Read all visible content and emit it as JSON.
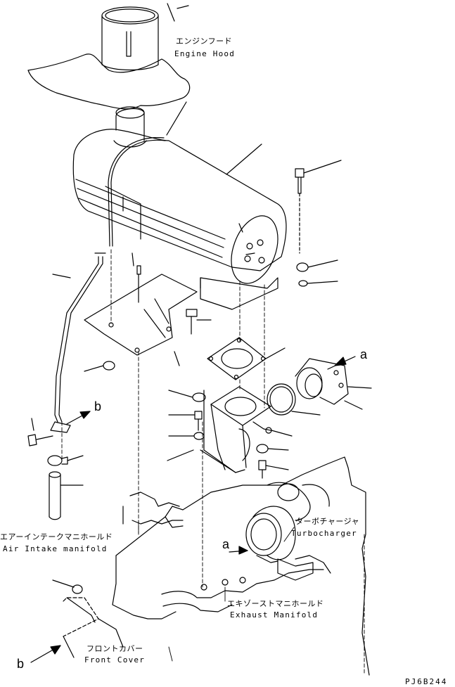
{
  "labels": {
    "engine_hood_jp": "エンジンフード",
    "engine_hood_en": "Engine Hood",
    "air_intake_jp": "エアーインテークマニホールド",
    "air_intake_en": "Air Intake manifold",
    "turbocharger_jp": "ターボチャージャ",
    "turbocharger_en": "Turbocharger",
    "exhaust_jp": "エキゾーストマニホールド",
    "exhaust_en": "Exhaust Manifold",
    "front_cover_jp": "フロントカバー",
    "front_cover_en": "Front Cover"
  },
  "refs": {
    "a_upper": "a",
    "a_lower": "a",
    "b_upper": "b",
    "b_lower": "b"
  },
  "drawing_code": "PJ6B244"
}
